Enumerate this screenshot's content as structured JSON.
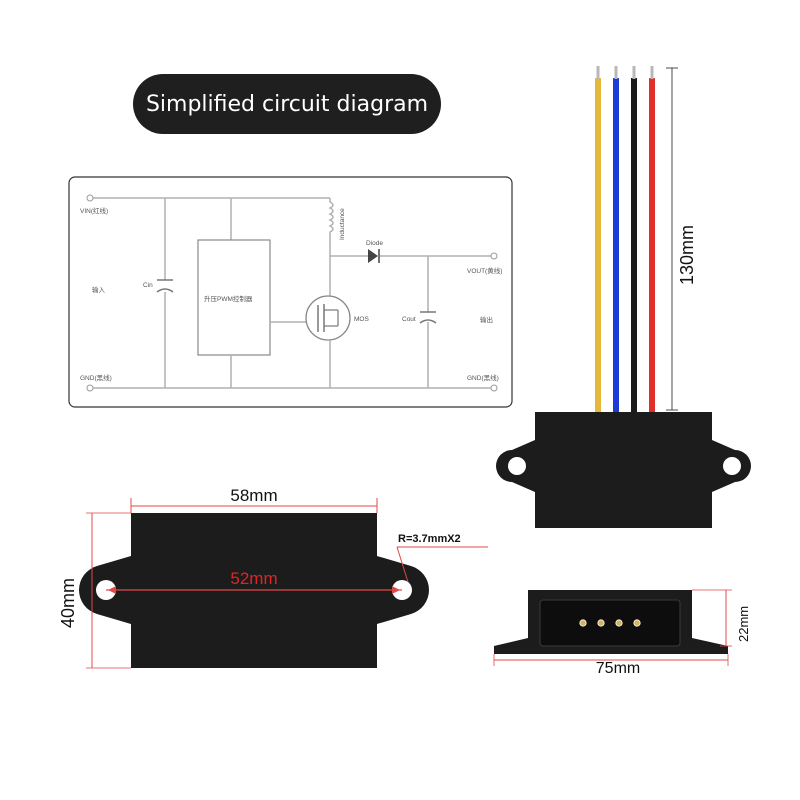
{
  "title": "Simplified circuit diagram",
  "schematic": {
    "vin_label": "VIN(红线)",
    "input_label": "输入",
    "gnd_left_label": "GND(黑线)",
    "cin_label": "Cin",
    "pwm_label": "升压PWM控制器",
    "inductance_label": "Inductance",
    "diode_label": "Diode",
    "mos_label": "MOS",
    "cout_label": "Cout",
    "vout_label": "VOUT(黄线)",
    "output_label": "输出",
    "gnd_right_label": "GND(黑线)"
  },
  "wire_colors": [
    "#e5b73b",
    "#1e3bd6",
    "#1a1a1a",
    "#e0302c"
  ],
  "dimensions": {
    "wire_length": "130mm",
    "width_outer": "58mm",
    "hole_spacing": "52mm",
    "height": "40mm",
    "radius": "R=3.7mmX2",
    "depth": "22mm",
    "total_length": "75mm"
  },
  "colors": {
    "body": "#1c1c1c",
    "dimension_line": "#e04848",
    "hole_spacing_text": "#e02424"
  }
}
